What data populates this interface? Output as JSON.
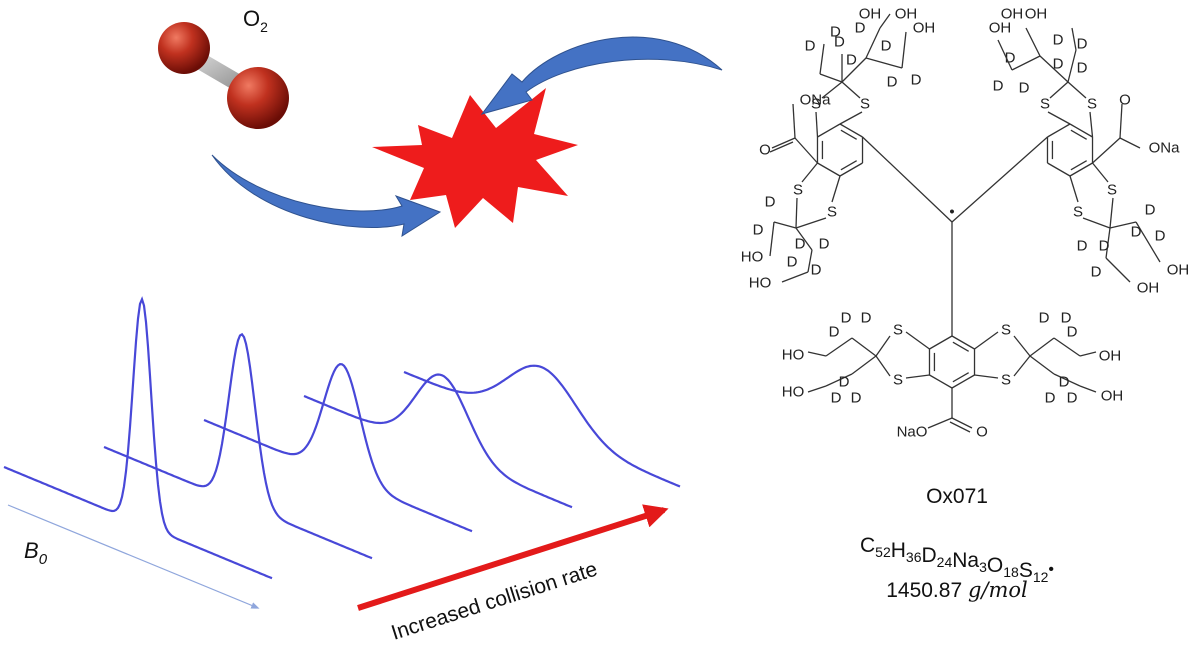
{
  "oxygen": {
    "label": "O",
    "subscript": "2"
  },
  "spectra": {
    "axis_label": "B",
    "axis_subscript": "0",
    "arrow_label": "Increased collision rate"
  },
  "molecule": {
    "name": "Ox071",
    "formula": [
      {
        "t": "C",
        "s": "52"
      },
      {
        "t": "H",
        "s": "36"
      },
      {
        "t": "D",
        "s": "24"
      },
      {
        "t": "Na",
        "s": "3"
      },
      {
        "t": "O",
        "s": "18"
      },
      {
        "t": "S",
        "s": "12"
      }
    ],
    "radical": "•",
    "mass_value": "1450.87",
    "mass_unit": "g/mol"
  },
  "atoms": {
    "S": "S",
    "D": "D",
    "OH": "OH",
    "HO": "HO",
    "O": "O",
    "ONa": "ONa",
    "NaO": "NaO",
    "dot": "•"
  },
  "colors": {
    "oxygen": "#b3241a",
    "arrows": "#4472c4",
    "burst": "#ee1c1c",
    "spectra": "#4848d8",
    "collision_arrow": "#e31a1a",
    "axis_arrow": "#8fa6dc"
  }
}
